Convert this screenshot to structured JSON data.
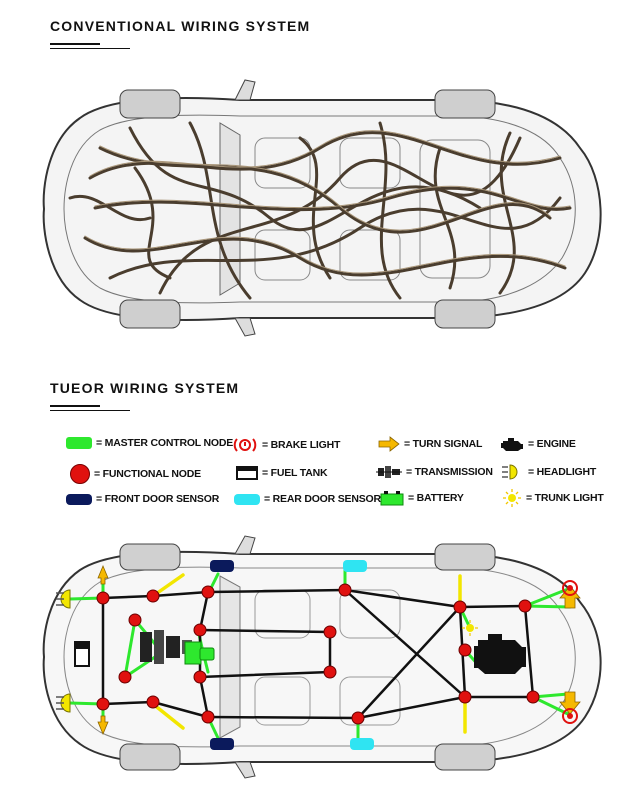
{
  "sections": {
    "conventional": {
      "title": "CONVENTIONAL WIRING SYSTEM"
    },
    "tueor": {
      "title": "TUEOR WIRING SYSTEM"
    }
  },
  "legend": {
    "master_control_node": "= MASTER CONTROL NODE",
    "functional_node": "= FUNCTIONAL NODE",
    "front_door_sensor": "= FRONT DOOR SENSOR",
    "brake_light": "= BRAKE LIGHT",
    "fuel_tank": "= FUEL TANK",
    "rear_door_sensor": "= REAR DOOR SENSOR",
    "turn_signal": "= TURN SIGNAL",
    "transmission": "= TRANSMISSION",
    "battery": "= BATTERY",
    "engine": "= ENGINE",
    "headlight": "= HEADLIGHT",
    "trunk_light": "= TRUNK LIGHT"
  },
  "colors": {
    "master_node": "#2ee82e",
    "functional_node": "#e0110f",
    "front_door_sensor": "#0b1a5c",
    "rear_door_sensor": "#2fe4f2",
    "turn_signal": "#f5b800",
    "headlight": "#f2e600",
    "wire": "#111111",
    "branch_wire": "#2ee82e"
  },
  "icons": {
    "brake_light": "brake-light-icon",
    "fuel_tank": "fuel-tank-icon",
    "turn_signal": "turn-signal-arrow-icon",
    "transmission": "transmission-icon",
    "battery": "battery-icon",
    "engine": "engine-icon",
    "headlight": "headlight-icon",
    "trunk_light": "trunk-light-icon"
  }
}
